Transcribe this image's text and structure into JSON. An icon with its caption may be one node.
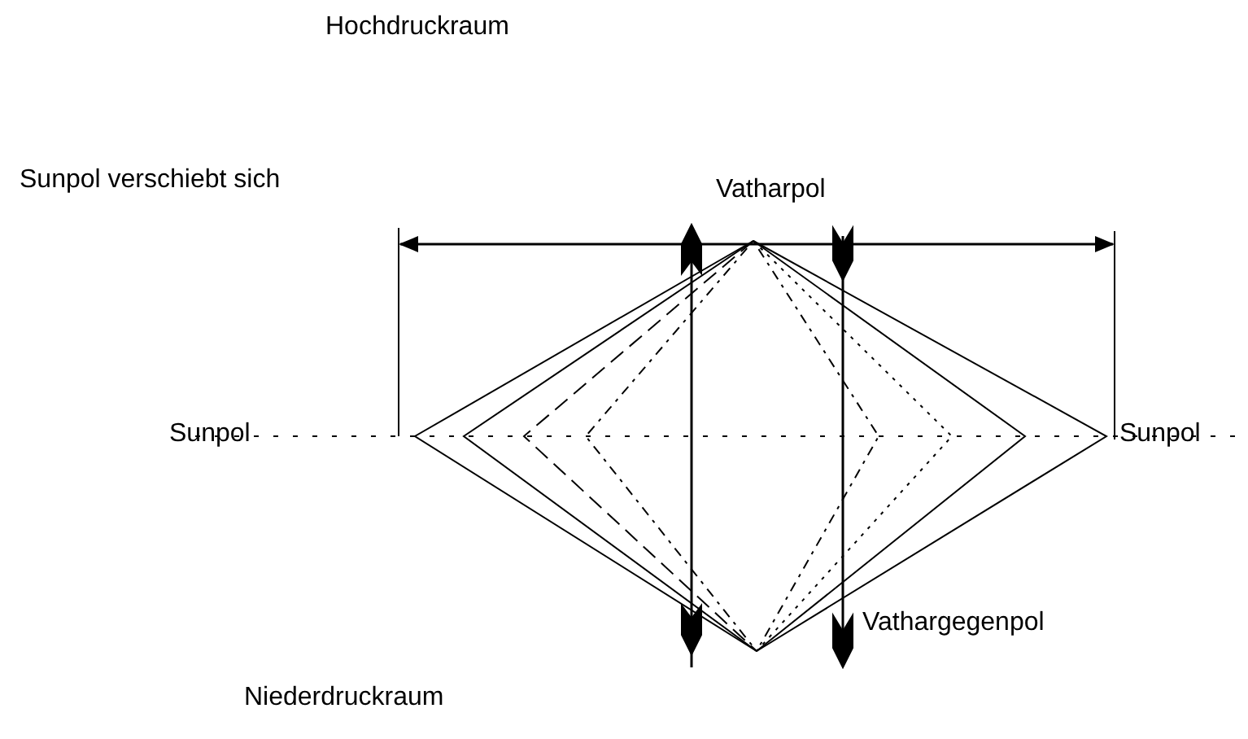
{
  "diagram": {
    "labels": [
      "Hochdruckraum",
      "Sunpol verschiebt sich",
      "Vatharpol",
      "Sunpol",
      "Sunpol",
      "Vathargegenpol",
      "Niederdruckraum"
    ]
  }
}
